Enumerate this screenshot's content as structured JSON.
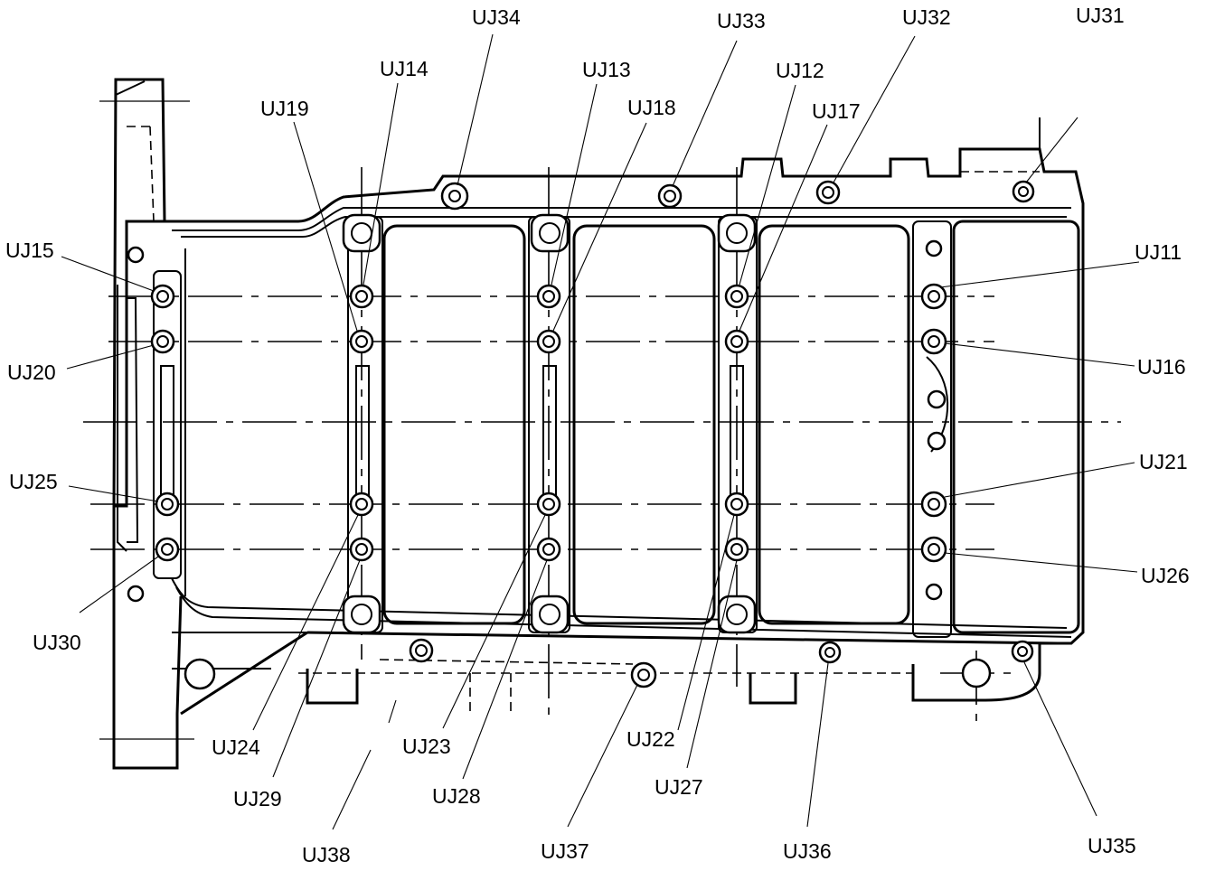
{
  "labels": [
    {
      "id": "UJ11",
      "text": "UJ11"
    },
    {
      "id": "UJ12",
      "text": "UJ12"
    },
    {
      "id": "UJ13",
      "text": "UJ13"
    },
    {
      "id": "UJ14",
      "text": "UJ14"
    },
    {
      "id": "UJ15",
      "text": "UJ15"
    },
    {
      "id": "UJ16",
      "text": "UJ16"
    },
    {
      "id": "UJ17",
      "text": "UJ17"
    },
    {
      "id": "UJ18",
      "text": "UJ18"
    },
    {
      "id": "UJ19",
      "text": "UJ19"
    },
    {
      "id": "UJ20",
      "text": "UJ20"
    },
    {
      "id": "UJ21",
      "text": "UJ21"
    },
    {
      "id": "UJ22",
      "text": "UJ22"
    },
    {
      "id": "UJ23",
      "text": "UJ23"
    },
    {
      "id": "UJ24",
      "text": "UJ24"
    },
    {
      "id": "UJ25",
      "text": "UJ25"
    },
    {
      "id": "UJ26",
      "text": "UJ26"
    },
    {
      "id": "UJ27",
      "text": "UJ27"
    },
    {
      "id": "UJ28",
      "text": "UJ28"
    },
    {
      "id": "UJ29",
      "text": "UJ29"
    },
    {
      "id": "UJ30",
      "text": "UJ30"
    },
    {
      "id": "UJ31",
      "text": "UJ31"
    },
    {
      "id": "UJ32",
      "text": "UJ32"
    },
    {
      "id": "UJ33",
      "text": "UJ33"
    },
    {
      "id": "UJ34",
      "text": "UJ34"
    },
    {
      "id": "UJ35",
      "text": "UJ35"
    },
    {
      "id": "UJ36",
      "text": "UJ36"
    },
    {
      "id": "UJ37",
      "text": "UJ37"
    },
    {
      "id": "UJ38",
      "text": "UJ38"
    }
  ],
  "colors": {
    "ink": "#000000",
    "paper": "#ffffff"
  }
}
